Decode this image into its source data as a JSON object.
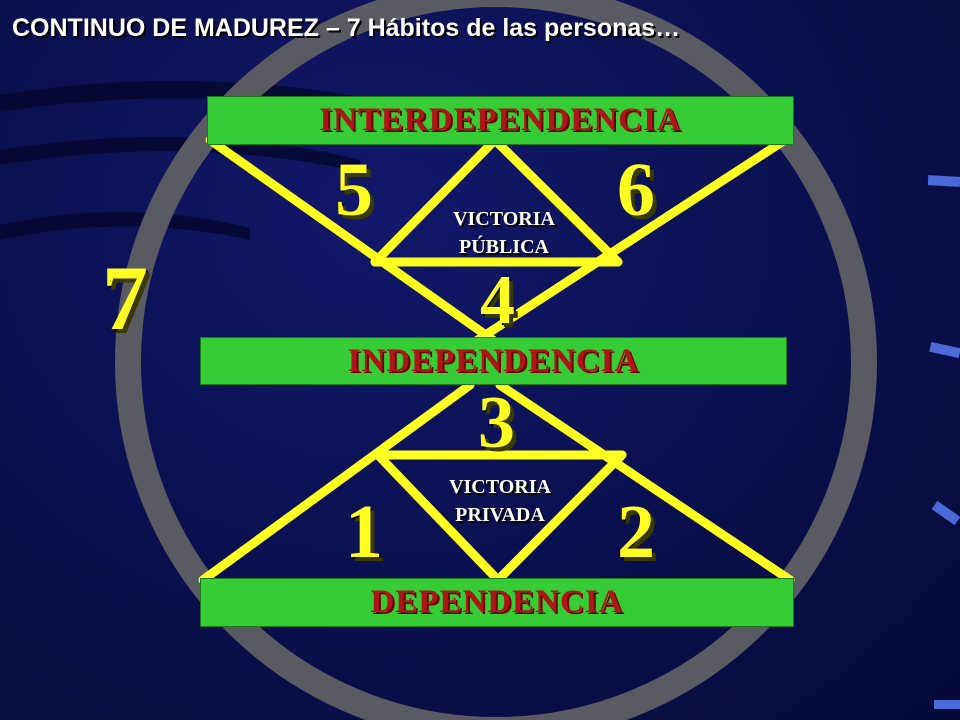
{
  "slide": {
    "title": "CONTINUO DE MADUREZ – 7 Hábitos de las personas…"
  },
  "levels": {
    "top": "INTERDEPENDENCIA",
    "middle": "INDEPENDENCIA",
    "bottom": "DEPENDENCIA"
  },
  "victories": {
    "public_line1": "VICTORIA",
    "public_line2": "PÚBLICA",
    "private_line1": "VICTORIA",
    "private_line2": "PRIVADA"
  },
  "habits": {
    "h1": "1",
    "h2": "2",
    "h3": "3",
    "h4": "4",
    "h5": "5",
    "h6": "6",
    "h7": "7"
  },
  "colors": {
    "circle": "#5a5a62",
    "lines": "#ffff22",
    "bars": "#35cc35",
    "bar_text": "#b0151a",
    "numbers": "#ffff22"
  }
}
